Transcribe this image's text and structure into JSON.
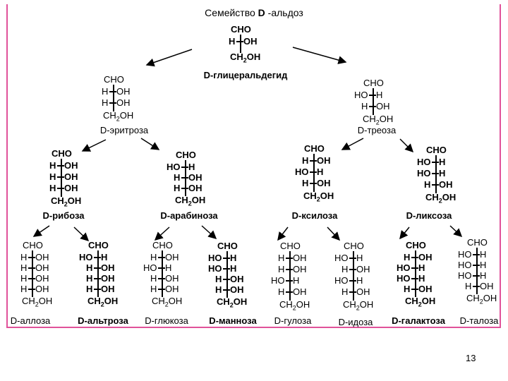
{
  "title": {
    "prefix": "Семейство ",
    "emph": "D",
    "suffix": " -альдоз"
  },
  "page_number": "13",
  "molecules": [
    {
      "id": "glyceraldehyde",
      "name": "D-глицеральдегид",
      "bold_name": true,
      "rows": [
        [
          "H",
          "OH"
        ]
      ]
    },
    {
      "id": "erythrose",
      "name": "D-эритроза",
      "bold_name": false,
      "rows": [
        [
          "H",
          "OH"
        ],
        [
          "H",
          "OH"
        ]
      ]
    },
    {
      "id": "threose",
      "name": "D-треоза",
      "bold_name": false,
      "rows": [
        [
          "HO",
          "H"
        ],
        [
          "H",
          "OH"
        ]
      ]
    },
    {
      "id": "ribose",
      "name": "D-рибоза",
      "bold_name": true,
      "rows": [
        [
          "H",
          "OH"
        ],
        [
          "H",
          "OH"
        ],
        [
          "H",
          "OH"
        ]
      ]
    },
    {
      "id": "arabinose",
      "name": "D-арабиноза",
      "bold_name": true,
      "rows": [
        [
          "HO",
          "H"
        ],
        [
          "H",
          "OH"
        ],
        [
          "H",
          "OH"
        ]
      ]
    },
    {
      "id": "xylose",
      "name": "D-ксилоза",
      "bold_name": true,
      "rows": [
        [
          "H",
          "OH"
        ],
        [
          "HO",
          "H"
        ],
        [
          "H",
          "OH"
        ]
      ]
    },
    {
      "id": "lyxose",
      "name": "D-ликсоза",
      "bold_name": true,
      "rows": [
        [
          "HO",
          "H"
        ],
        [
          "HO",
          "H"
        ],
        [
          "H",
          "OH"
        ]
      ]
    },
    {
      "id": "allose",
      "name": "D-аллоза",
      "bold_name": false,
      "rows": [
        [
          "H",
          "OH"
        ],
        [
          "H",
          "OH"
        ],
        [
          "H",
          "OH"
        ],
        [
          "H",
          "OH"
        ]
      ]
    },
    {
      "id": "altrose",
      "name": "D-альтроза",
      "bold_name": true,
      "rows": [
        [
          "HO",
          "H"
        ],
        [
          "H",
          "OH"
        ],
        [
          "H",
          "OH"
        ],
        [
          "H",
          "OH"
        ]
      ]
    },
    {
      "id": "glucose",
      "name": "D-глюкоза",
      "bold_name": false,
      "rows": [
        [
          "H",
          "OH"
        ],
        [
          "HO",
          "H"
        ],
        [
          "H",
          "OH"
        ],
        [
          "H",
          "OH"
        ]
      ]
    },
    {
      "id": "mannose",
      "name": "D-манноза",
      "bold_name": true,
      "rows": [
        [
          "HO",
          "H"
        ],
        [
          "HO",
          "H"
        ],
        [
          "H",
          "OH"
        ],
        [
          "H",
          "OH"
        ]
      ]
    },
    {
      "id": "gulose",
      "name": "D-гулоза",
      "bold_name": false,
      "rows": [
        [
          "H",
          "OH"
        ],
        [
          "H",
          "OH"
        ],
        [
          "HO",
          "H"
        ],
        [
          "H",
          "OH"
        ]
      ]
    },
    {
      "id": "idose",
      "name": "D-идоза",
      "bold_name": false,
      "rows": [
        [
          "HO",
          "H"
        ],
        [
          "H",
          "OH"
        ],
        [
          "HO",
          "H"
        ],
        [
          "H",
          "OH"
        ]
      ]
    },
    {
      "id": "galactose",
      "name": "D-галактоза",
      "bold_name": true,
      "rows": [
        [
          "H",
          "OH"
        ],
        [
          "HO",
          "H"
        ],
        [
          "HO",
          "H"
        ],
        [
          "H",
          "OH"
        ]
      ]
    },
    {
      "id": "talose",
      "name": "D-талоза",
      "bold_name": false,
      "rows": [
        [
          "HO",
          "H"
        ],
        [
          "HO",
          "H"
        ],
        [
          "HO",
          "H"
        ],
        [
          "H",
          "OH"
        ]
      ]
    }
  ],
  "labels": {
    "top": "CHO",
    "bottom": "CH2OH"
  }
}
